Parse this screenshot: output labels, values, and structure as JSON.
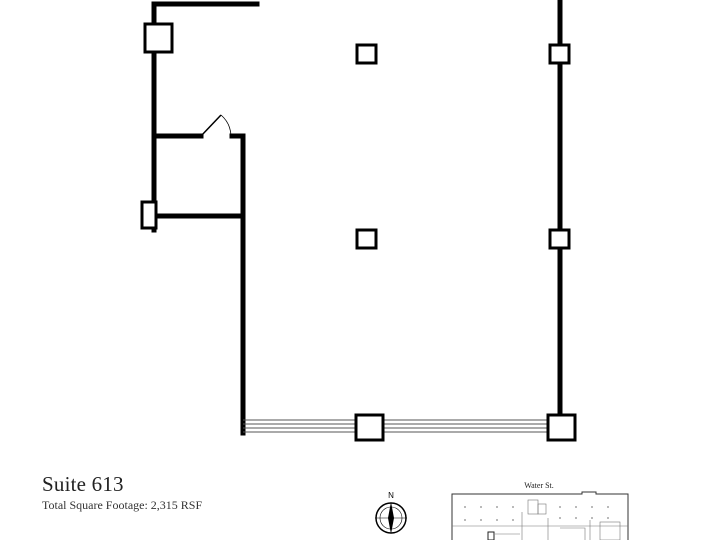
{
  "suite": {
    "title": "Suite 613",
    "square_footage": "Total Square Footage: 2,315 RSF"
  },
  "compass": {
    "label": "N"
  },
  "key_plan": {
    "street_label": "Water St."
  },
  "colors": {
    "wall": "#000000",
    "window": "#555555",
    "text": "#222222"
  }
}
